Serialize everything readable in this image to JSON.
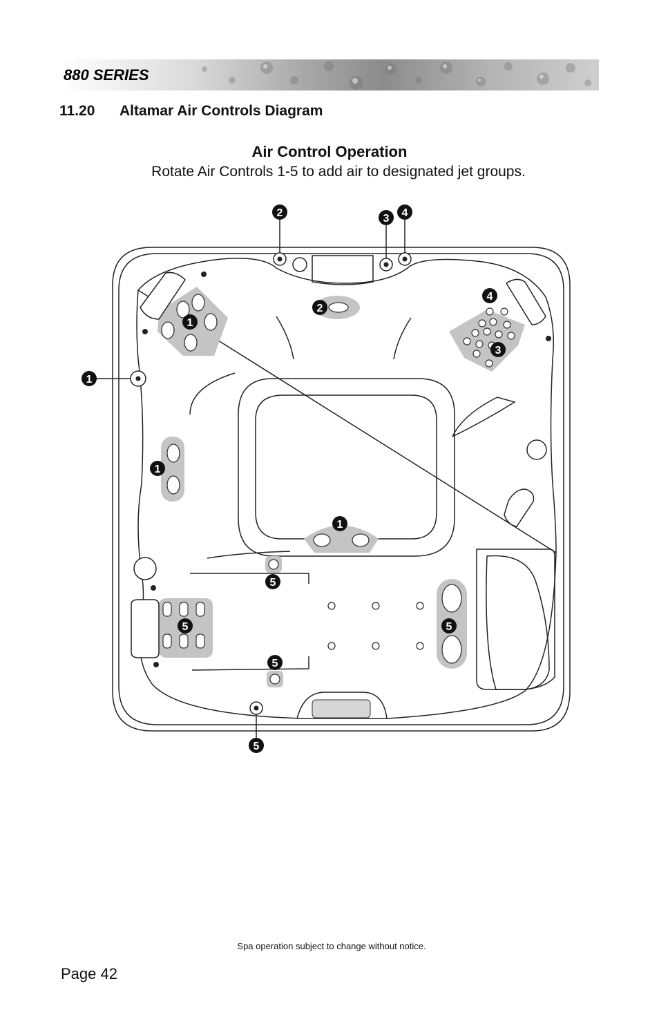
{
  "header": {
    "series": "880 SERIES"
  },
  "section": {
    "number": "11.20",
    "title": "Altamar Air Controls Diagram"
  },
  "operation": {
    "title": "Air Control Operation",
    "description": "Rotate Air Controls 1-5 to add air to designated jet groups."
  },
  "callouts": {
    "top_2": "2",
    "top_3": "3",
    "top_4": "4",
    "left_1": "1",
    "bottom_5": "5",
    "jets_1a": "1",
    "jets_2": "2",
    "jets_4": "4",
    "jets_3": "3",
    "jets_1b": "1",
    "jets_1c": "1",
    "jets_5a": "5",
    "jets_5b": "5",
    "jets_5c": "5",
    "jets_5d": "5"
  },
  "footer": {
    "note": "Spa operation subject to change without notice.",
    "page": "Page 42"
  }
}
